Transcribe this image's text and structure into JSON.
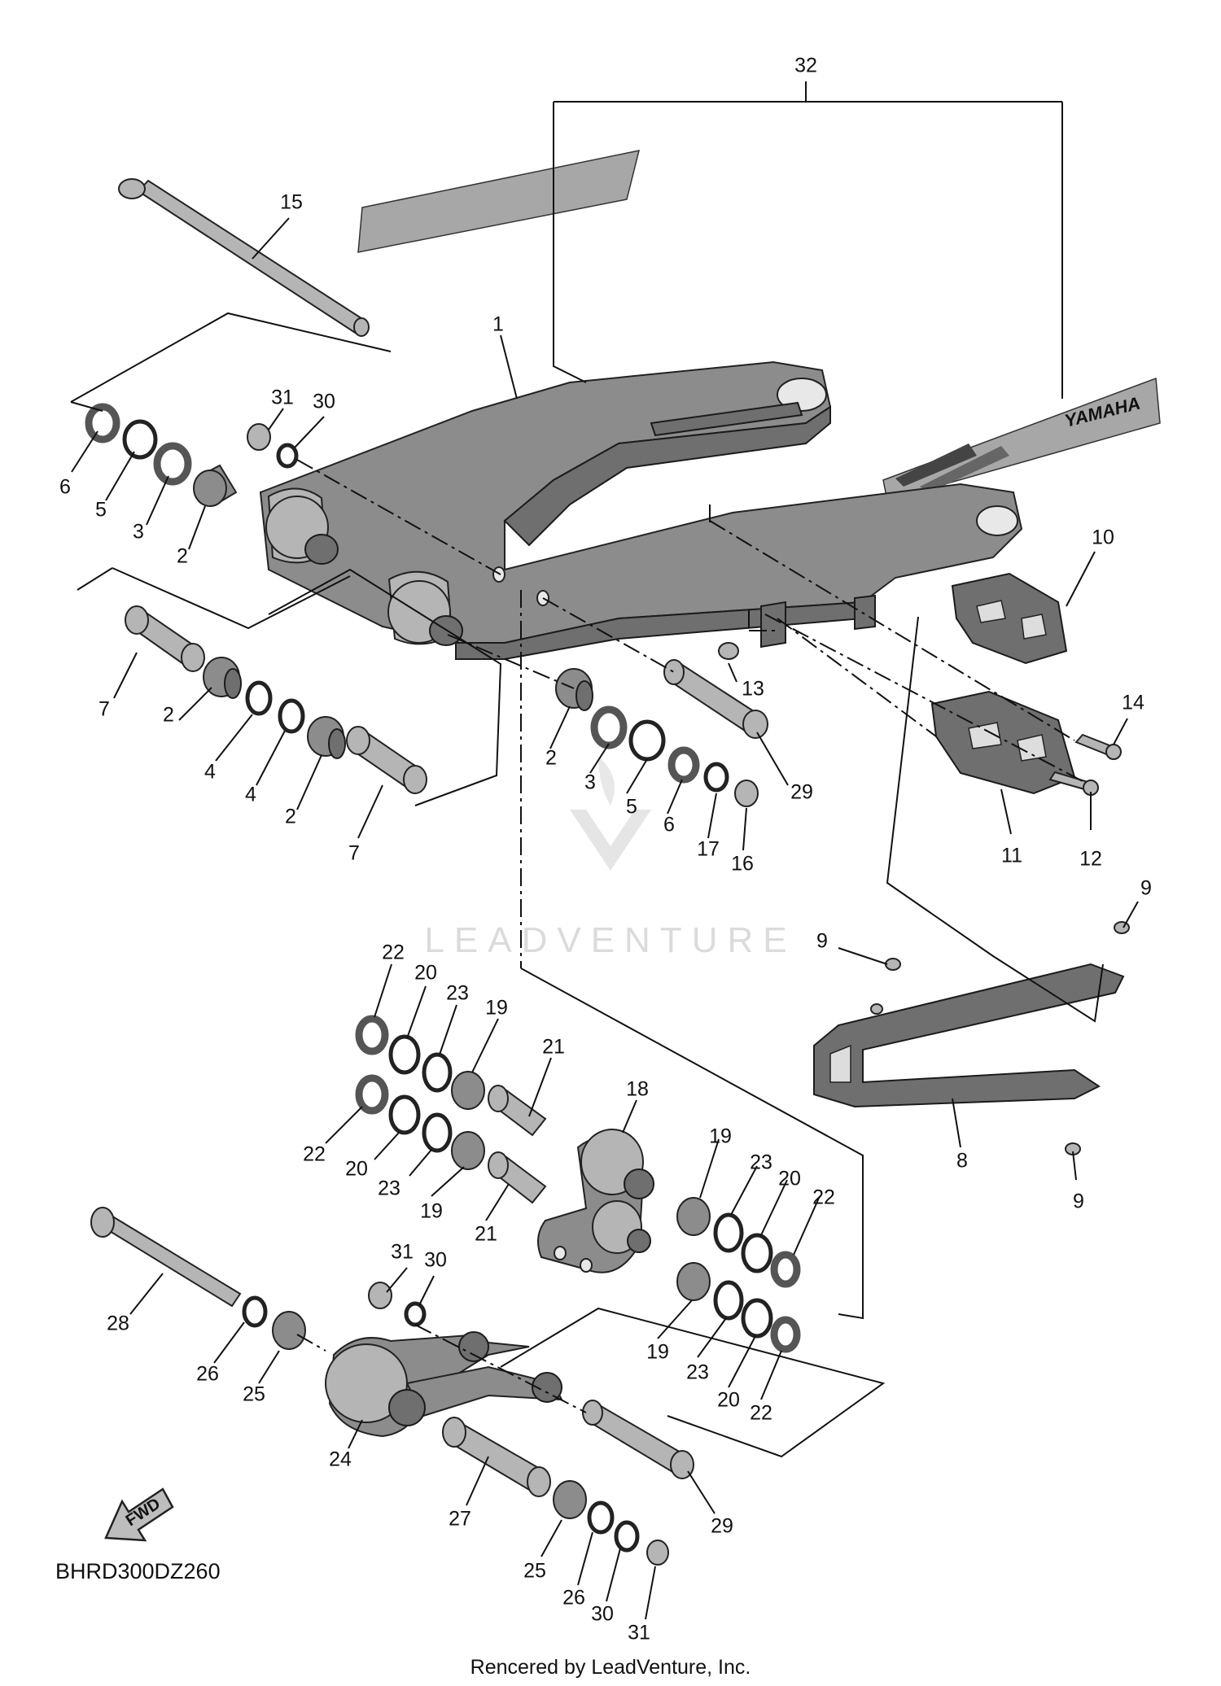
{
  "diagram": {
    "reference_code": "BHRD300DZ260",
    "footer_text": "Rencered by LeadVenture, Inc.",
    "watermark_text": "LEADVENTURE",
    "decal_brand": "YAMAHA",
    "forward_label": "FWD",
    "callouts": [
      {
        "id": "c32",
        "label": "32"
      },
      {
        "id": "c15",
        "label": "15"
      },
      {
        "id": "c1",
        "label": "1"
      },
      {
        "id": "c31a",
        "label": "31"
      },
      {
        "id": "c30a",
        "label": "30"
      },
      {
        "id": "c6a",
        "label": "6"
      },
      {
        "id": "c5a",
        "label": "5"
      },
      {
        "id": "c3a",
        "label": "3"
      },
      {
        "id": "c2a",
        "label": "2"
      },
      {
        "id": "c10",
        "label": "10"
      },
      {
        "id": "c7a",
        "label": "7"
      },
      {
        "id": "c2b",
        "label": "2"
      },
      {
        "id": "c4a",
        "label": "4"
      },
      {
        "id": "c4b",
        "label": "4"
      },
      {
        "id": "c2c",
        "label": "2"
      },
      {
        "id": "c7b",
        "label": "7"
      },
      {
        "id": "c13",
        "label": "13"
      },
      {
        "id": "c14",
        "label": "14"
      },
      {
        "id": "c2d",
        "label": "2"
      },
      {
        "id": "c3b",
        "label": "3"
      },
      {
        "id": "c5b",
        "label": "5"
      },
      {
        "id": "c6b",
        "label": "6"
      },
      {
        "id": "c17",
        "label": "17"
      },
      {
        "id": "c16",
        "label": "16"
      },
      {
        "id": "c29a",
        "label": "29"
      },
      {
        "id": "c11",
        "label": "11"
      },
      {
        "id": "c12",
        "label": "12"
      },
      {
        "id": "c9a",
        "label": "9"
      },
      {
        "id": "c9b",
        "label": "9"
      },
      {
        "id": "c22a",
        "label": "22"
      },
      {
        "id": "c20a",
        "label": "20"
      },
      {
        "id": "c23a",
        "label": "23"
      },
      {
        "id": "c19a",
        "label": "19"
      },
      {
        "id": "c21a",
        "label": "21"
      },
      {
        "id": "c18",
        "label": "18"
      },
      {
        "id": "c22b",
        "label": "22"
      },
      {
        "id": "c20b",
        "label": "20"
      },
      {
        "id": "c23b",
        "label": "23"
      },
      {
        "id": "c19b",
        "label": "19"
      },
      {
        "id": "c21b",
        "label": "21"
      },
      {
        "id": "c19c",
        "label": "19"
      },
      {
        "id": "c23c",
        "label": "23"
      },
      {
        "id": "c20c",
        "label": "20"
      },
      {
        "id": "c22c",
        "label": "22"
      },
      {
        "id": "c8",
        "label": "8"
      },
      {
        "id": "c9c",
        "label": "9"
      },
      {
        "id": "c31b",
        "label": "31"
      },
      {
        "id": "c30b",
        "label": "30"
      },
      {
        "id": "c28",
        "label": "28"
      },
      {
        "id": "c26a",
        "label": "26"
      },
      {
        "id": "c25a",
        "label": "25"
      },
      {
        "id": "c19d",
        "label": "19"
      },
      {
        "id": "c23d",
        "label": "23"
      },
      {
        "id": "c20d",
        "label": "20"
      },
      {
        "id": "c22d",
        "label": "22"
      },
      {
        "id": "c24",
        "label": "24"
      },
      {
        "id": "c27",
        "label": "27"
      },
      {
        "id": "c29b",
        "label": "29"
      },
      {
        "id": "c25b",
        "label": "25"
      },
      {
        "id": "c26b",
        "label": "26"
      },
      {
        "id": "c30c",
        "label": "30"
      },
      {
        "id": "c31c",
        "label": "31"
      }
    ]
  }
}
